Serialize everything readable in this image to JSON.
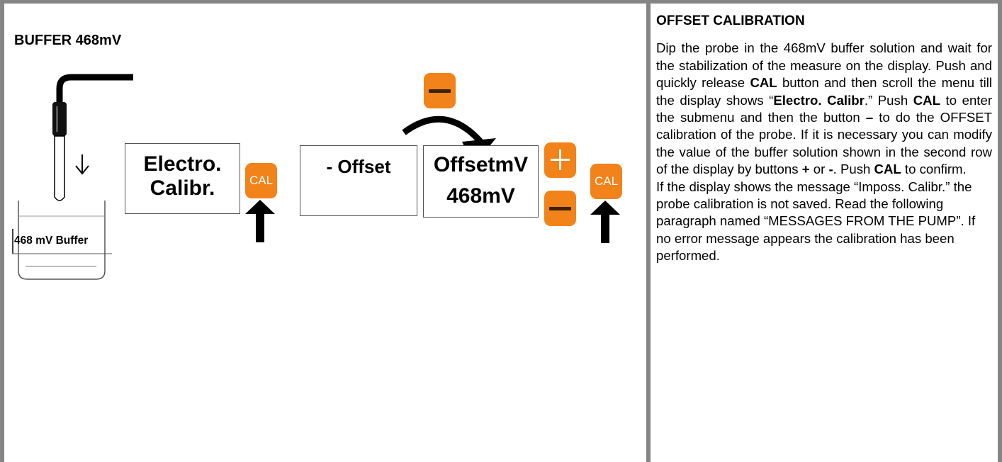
{
  "left": {
    "title": "BUFFER 468mV",
    "beaker_label": "468 mV Buffer",
    "display_1": {
      "line1": "Electro.",
      "line2": "Calibr."
    },
    "display_2": {
      "line1": "- Offset"
    },
    "display_3": {
      "line1": "OffsetmV",
      "line2": "468mV"
    },
    "cal_label": "CAL"
  },
  "right": {
    "title": "OFFSET CALIBRATION",
    "p1": {
      "s1": "Dip the probe in the 468mV buffer solution and wait for the stabilization of the measure on the display. Push and quickly release ",
      "b1": "CAL",
      "s2": " button and then scroll the menu till the display shows “",
      "b2": "Electro. Calibr",
      "s3": ".” Push ",
      "b3": "CAL",
      "s4": " to enter the submenu and then the button ",
      "b4": "–",
      "s5": " to do the OFFSET calibration of the probe. If it is necessary you can  modify the value of the buffer solution shown in the second row of the display by buttons ",
      "b5": "+",
      "s6": " or ",
      "b6": "-",
      "s7": ". Push ",
      "b7": "CAL",
      "s8": " to confirm."
    },
    "p2": "If  the display shows the message “Imposs. Calibr.” the probe calibration is not saved. Read the following paragraph named “MESSAGES FROM THE PUMP”. If no error message appears the calibration has been performed."
  },
  "colors": {
    "button_orange": "#f2821a",
    "frame_gray": "#858585"
  }
}
